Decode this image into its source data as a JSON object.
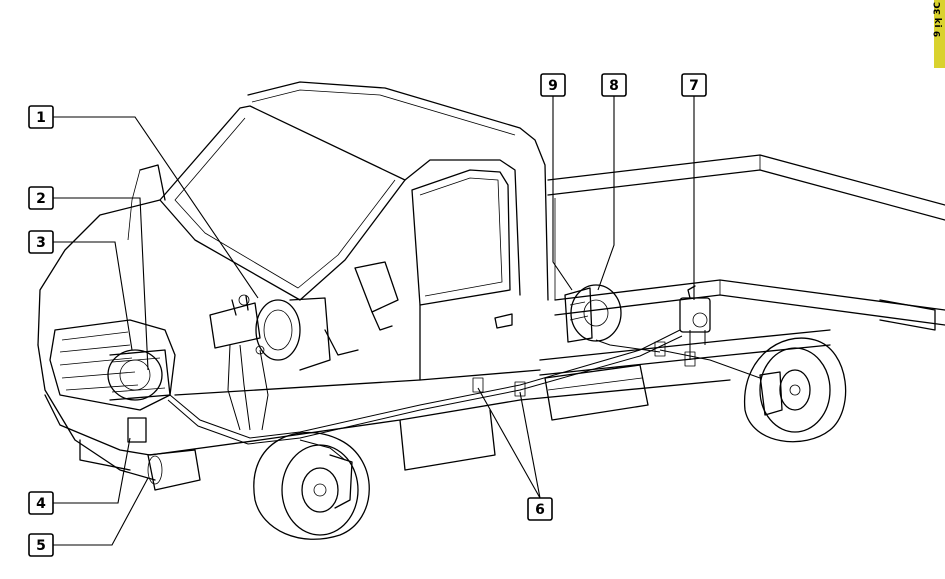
{
  "corner_tab": {
    "text": "9 ᴉʞ 3C",
    "color": "#d9d22e"
  },
  "callouts": [
    {
      "id": "c1",
      "label": "1"
    },
    {
      "id": "c2",
      "label": "2"
    },
    {
      "id": "c3",
      "label": "3"
    },
    {
      "id": "c4",
      "label": "4"
    },
    {
      "id": "c5",
      "label": "5"
    },
    {
      "id": "c6",
      "label": "6"
    },
    {
      "id": "c7",
      "label": "7"
    },
    {
      "id": "c8",
      "label": "8"
    },
    {
      "id": "c9",
      "label": "9"
    }
  ]
}
